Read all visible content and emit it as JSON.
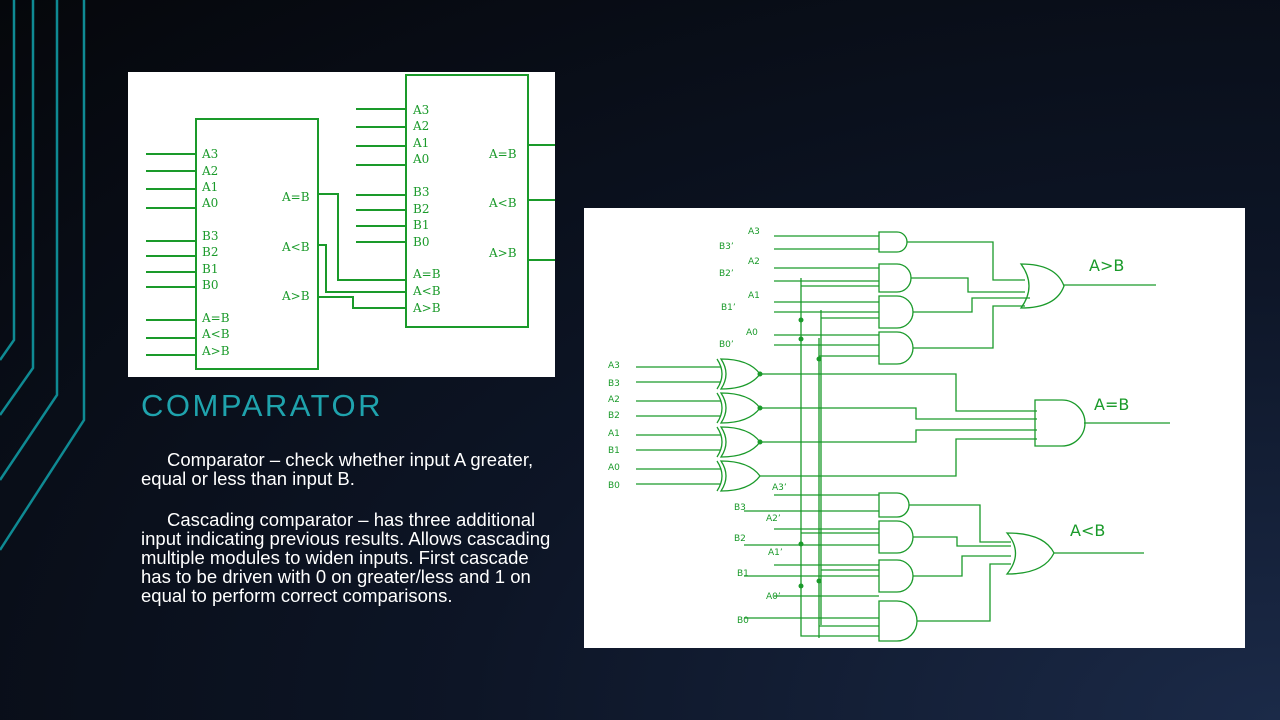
{
  "slide": {
    "title": "COMPARATOR",
    "paragraph1": "Comparator – check whether input A greater, equal or less than input B.",
    "paragraph2": "Cascading comparator – has three additional input indicating previous results. Allows cascading multiple modules to widen inputs. First cascade has to be driven with 0 on greater/less and 1 on equal to perform correct comparisons."
  },
  "colors": {
    "background": "#0d1526",
    "accent": "#1fa3ad",
    "circuit": "#1a9a2a",
    "text": "#ffffff"
  },
  "block_diagram": {
    "module1": {
      "inputs": [
        "A3",
        "A2",
        "A1",
        "A0",
        "B3",
        "B2",
        "B1",
        "B0",
        "A=B",
        "A<B",
        "A>B"
      ],
      "outputs": [
        "A=B",
        "A<B",
        "A>B"
      ]
    },
    "module2": {
      "inputs": [
        "A3",
        "A2",
        "A1",
        "A0",
        "B3",
        "B2",
        "B1",
        "B0",
        "A=B",
        "A<B",
        "A>B"
      ],
      "outputs": [
        "A=B",
        "A<B",
        "A>B"
      ]
    }
  },
  "logic_diagram": {
    "top_inputs": [
      "A3",
      "B3’",
      "A2",
      "B2’",
      "A1",
      "B1’",
      "A0",
      "B0’"
    ],
    "xor_inputs": [
      "A3",
      "B3",
      "A2",
      "B2",
      "A1",
      "B1",
      "A0",
      "B0"
    ],
    "bottom_inputs": [
      "A3’",
      "B3",
      "A2’",
      "B2",
      "A1’",
      "B1",
      "A0’",
      "B0"
    ],
    "outputs": [
      "A>B",
      "A=B",
      "A<B"
    ]
  }
}
